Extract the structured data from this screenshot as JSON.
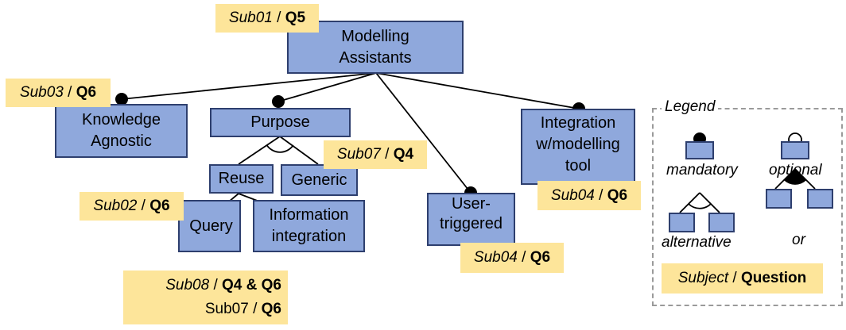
{
  "colors": {
    "node_fill": "#8fa8dc",
    "node_border": "#2e3f6e",
    "tag_fill": "#fde59a",
    "legend_border": "#9a9a9a"
  },
  "nodes": {
    "root": "Modelling Assistants",
    "knowledge": "Knowledge Agnostic",
    "purpose": "Purpose",
    "reuse": "Reuse",
    "generic": "Generic",
    "query": "Query",
    "info": "Information integration",
    "user": "User-triggered",
    "integration": "Integration w/modelling tool"
  },
  "tags": {
    "root": {
      "subject": "Sub01",
      "sep": " / ",
      "question": "Q5"
    },
    "knowledge": {
      "subject": "Sub03",
      "sep": " / ",
      "question": "Q6"
    },
    "purpose": {
      "subject": "Sub07",
      "sep": " / ",
      "question": "Q4"
    },
    "query": {
      "subject": "Sub02",
      "sep": " / ",
      "question": "Q6"
    },
    "info_line1": {
      "subject": "Sub08",
      "sep": " / ",
      "question": "Q4 & Q6"
    },
    "info_line2": {
      "subject": "Sub07",
      "sep": " / ",
      "question": "Q6"
    },
    "user": {
      "subject": "Sub04",
      "sep": " / ",
      "question": "Q6"
    },
    "integration": {
      "subject": "Sub04",
      "sep": " / ",
      "question": "Q6"
    }
  },
  "legend": {
    "title": "Legend",
    "mandatory": "mandatory",
    "optional": "optional",
    "alternative": "alternative",
    "or": "or",
    "key_subject": "Subject",
    "key_sep": " / ",
    "key_question": "Question"
  }
}
